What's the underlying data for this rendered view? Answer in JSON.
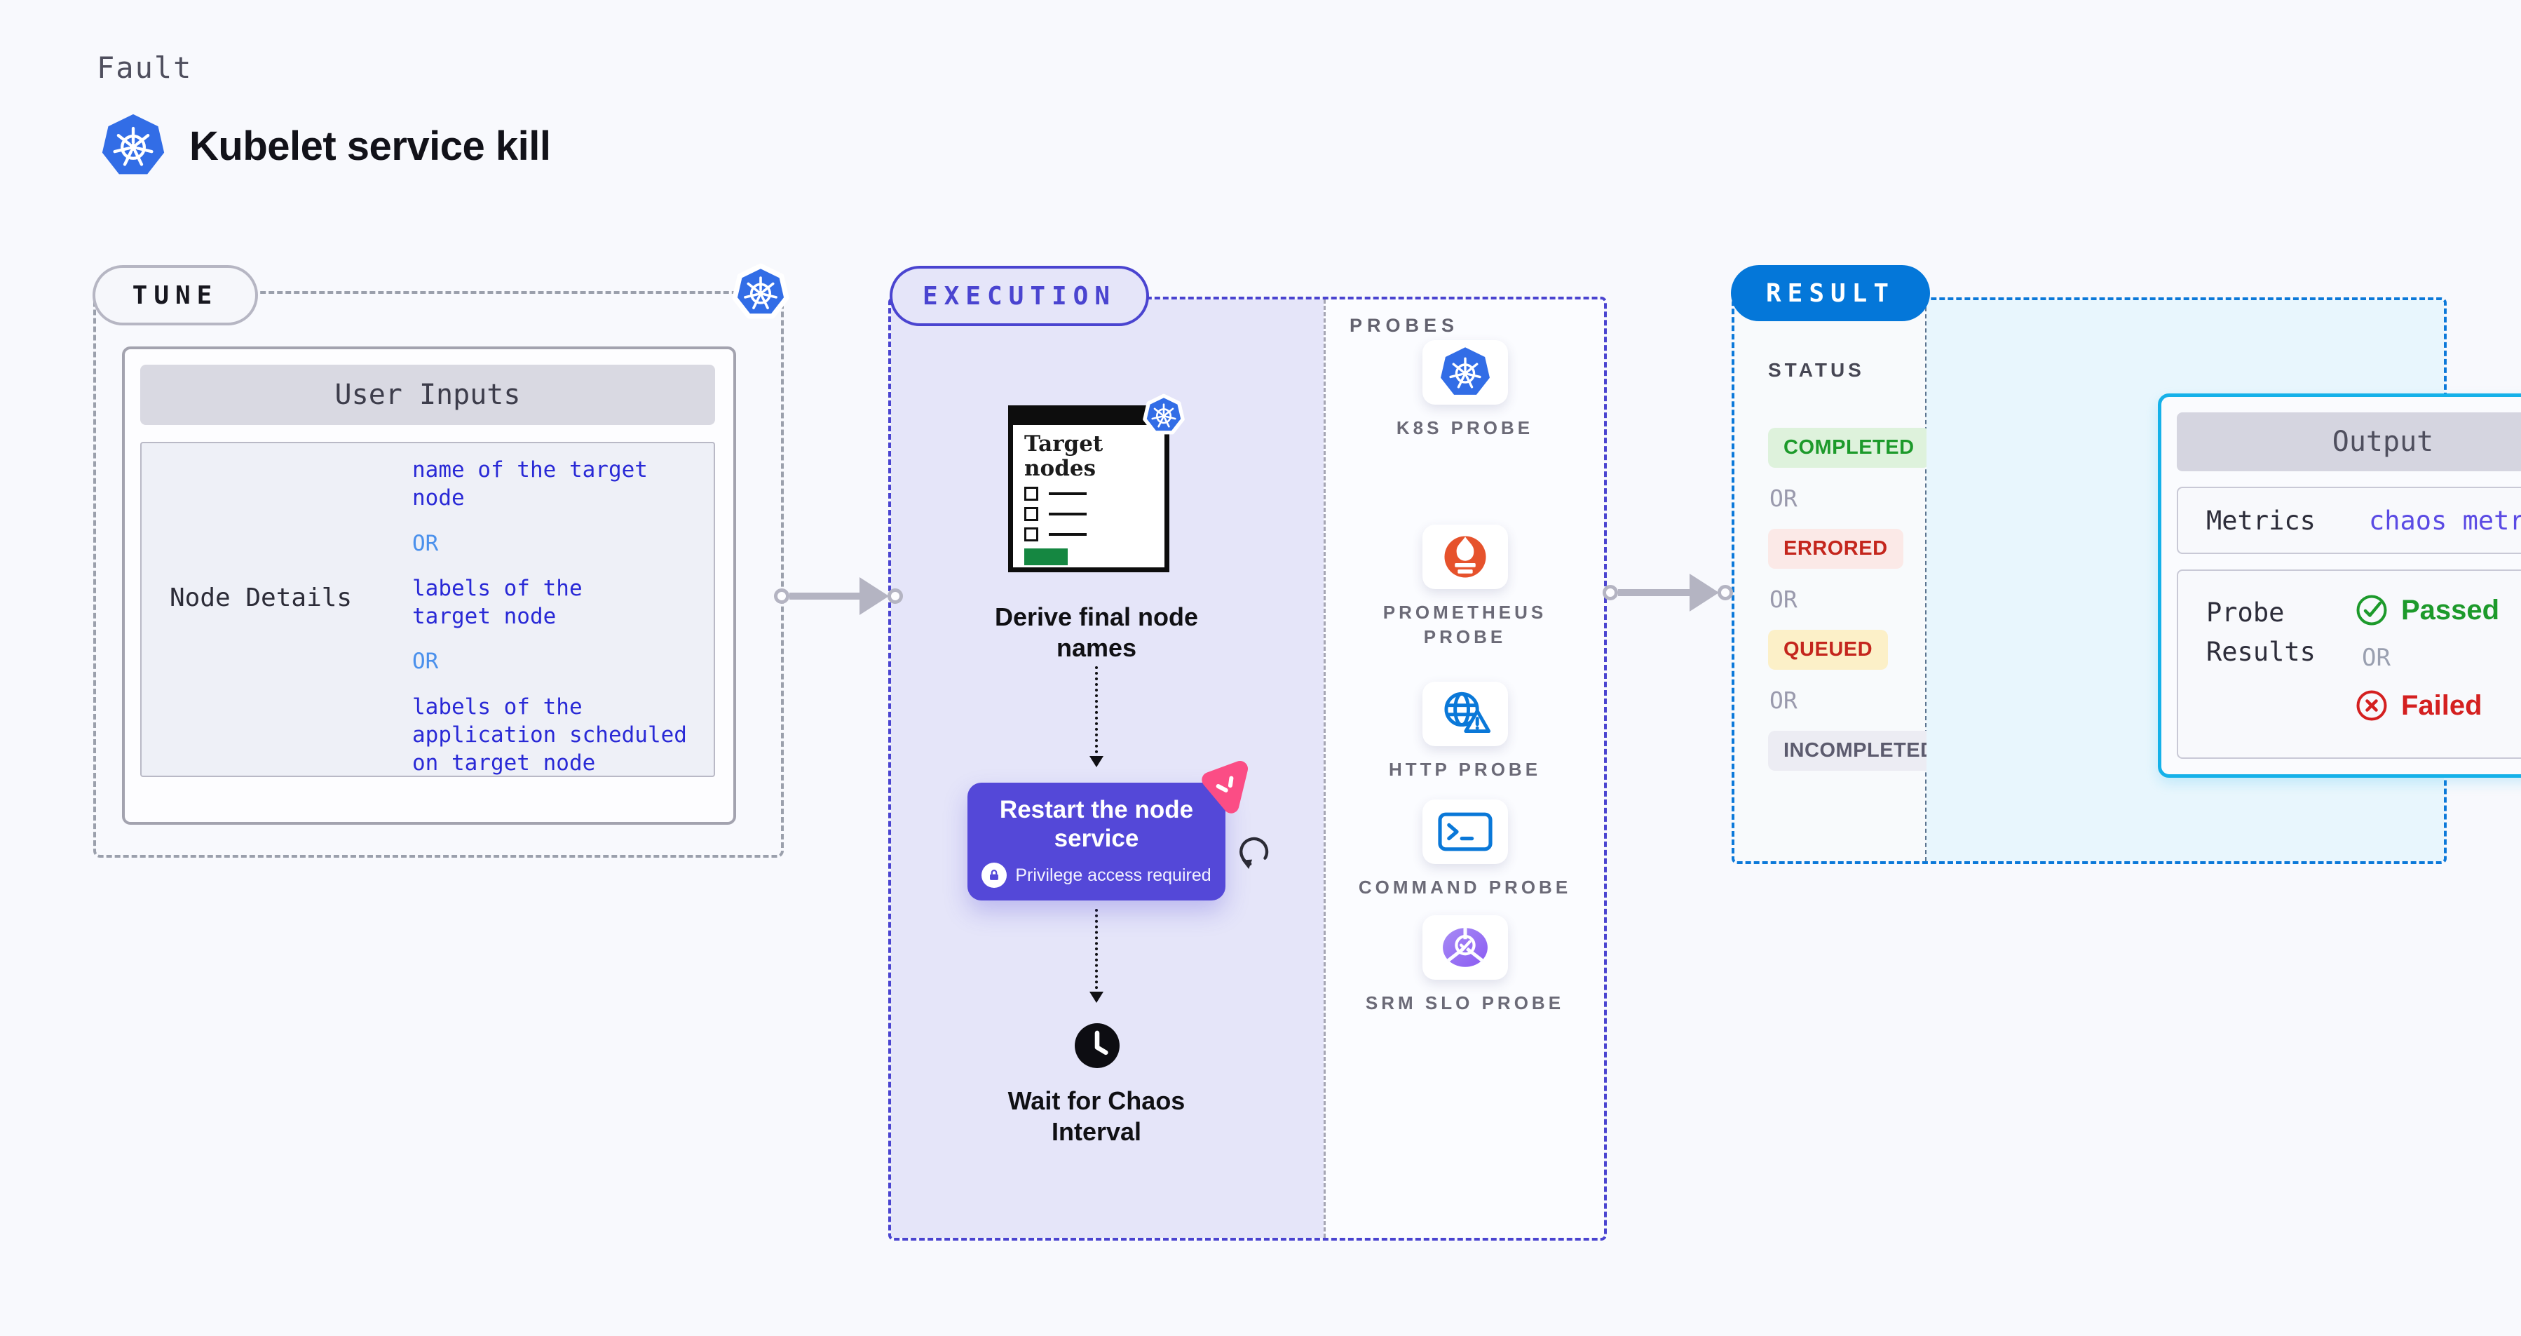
{
  "page": {
    "kicker": "Fault",
    "title": "Kubelet service kill"
  },
  "tune": {
    "label": "TUNE",
    "card_title": "User Inputs",
    "field_label": "Node Details",
    "or_label": "OR",
    "options": [
      "name of the target node",
      "labels of the target node",
      "labels of the application scheduled on target node"
    ]
  },
  "execution": {
    "label": "EXECUTION",
    "target_window_title": "Target nodes",
    "derive_step": "Derive final node names",
    "restart_step": {
      "title": "Restart the node service",
      "note": "Privilege access required"
    },
    "wait_step": "Wait for Chaos Interval"
  },
  "probes": {
    "label": "PROBES",
    "items": [
      {
        "label": "K8S PROBE",
        "icon": "kubernetes-icon"
      },
      {
        "label": "PROMETHEUS PROBE",
        "icon": "prometheus-icon"
      },
      {
        "label": "HTTP PROBE",
        "icon": "globe-warning-icon"
      },
      {
        "label": "COMMAND PROBE",
        "icon": "terminal-icon"
      },
      {
        "label": "SRM SLO PROBE",
        "icon": "slo-pie-icon"
      }
    ]
  },
  "result": {
    "label": "RESULT",
    "status_title": "STATUS",
    "or_label": "OR",
    "statuses": [
      {
        "label": "COMPLETED",
        "fg": "#1d9a2b",
        "bg": "#def2dc"
      },
      {
        "label": "ERRORED",
        "fg": "#c4261d",
        "bg": "#fbe9e7"
      },
      {
        "label": "QUEUED",
        "fg": "#c4261d",
        "bg": "#fcf0c8"
      },
      {
        "label": "INCOMPLETED",
        "fg": "#5c5b6e",
        "bg": "#ececf3"
      }
    ],
    "output": {
      "title": "Output",
      "metrics_label": "Metrics",
      "metrics_value": "chaos metrics",
      "probe_results_label": "Probe Results",
      "passed_label": "Passed",
      "or_label": "OR",
      "failed_label": "Failed"
    }
  },
  "colors": {
    "page_bg": "#f8f9fd",
    "accent_indigo": "#4a44d0",
    "execution_bg": "#e5e5f9",
    "k8s_blue": "#326de6",
    "result_blue": "#0477d9",
    "result_area_bg": "#e8f6fd",
    "output_border": "#15b1e9",
    "restart_purple": "#5448d8",
    "pink_accent": "#fb4d85",
    "option_blue": "#2929d6",
    "or_blue": "#4a90ec",
    "passed_green": "#1d9a2b",
    "failed_red": "#d42020",
    "metrics_value_color": "#5b4be4",
    "prometheus_orange": "#e6522c",
    "target_button_green": "#158741"
  }
}
